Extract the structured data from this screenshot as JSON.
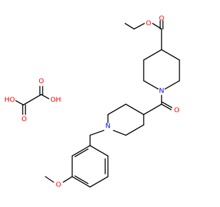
{
  "image": {
    "background_color": "#ffffff",
    "bond_color": "#000000",
    "oxygen_color": "#ff0000",
    "nitrogen_color": "#0000ff"
  },
  "oxalic_acid": {
    "atoms": [
      {
        "id": "ho-left",
        "label": "HO",
        "element": "O"
      },
      {
        "id": "o-top",
        "label": "O",
        "element": "O"
      },
      {
        "id": "o-bottom",
        "label": "O",
        "element": "O"
      },
      {
        "id": "oh-right",
        "label": "OH",
        "element": "O"
      }
    ]
  },
  "main_molecule": {
    "atoms": [
      {
        "id": "ester-o-carbonyl",
        "label": "O",
        "element": "O"
      },
      {
        "id": "ester-o-link",
        "label": "O",
        "element": "O"
      },
      {
        "id": "piperidine-n-top",
        "label": "N",
        "element": "N"
      },
      {
        "id": "amide-o",
        "label": "O",
        "element": "O"
      },
      {
        "id": "piperidine-n-bottom",
        "label": "N",
        "element": "N"
      },
      {
        "id": "methoxy-o",
        "label": "O",
        "element": "O"
      }
    ]
  }
}
